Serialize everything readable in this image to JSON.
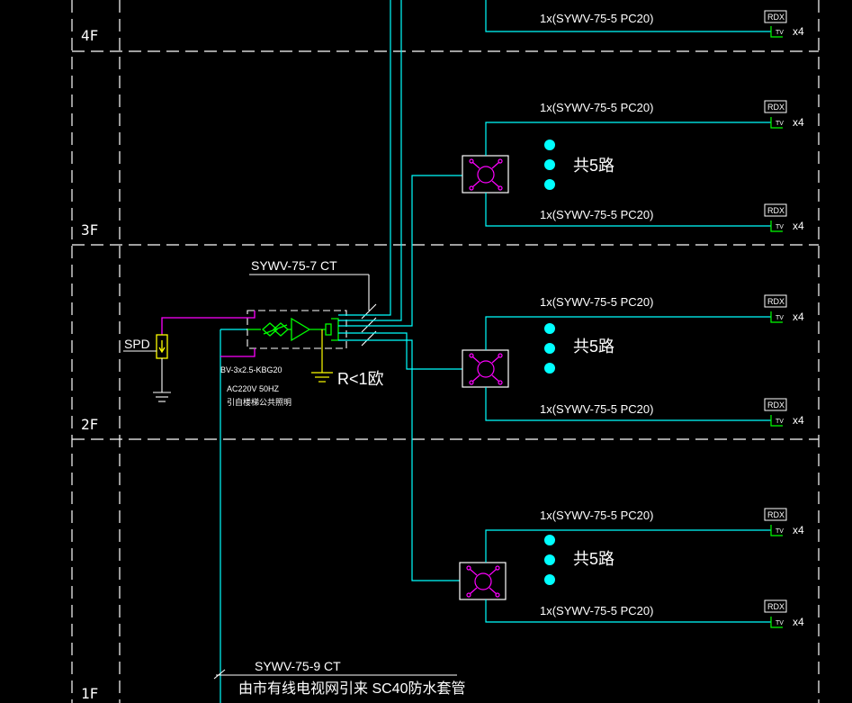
{
  "floors": [
    "4F",
    "3F",
    "2F",
    "1F"
  ],
  "feeder_top": "SYWV-75-7 CT",
  "feeder_bottom": "SYWV-75-9 CT",
  "incoming_label": "由市有线电视网引来 SC40防水套管",
  "spd_label": "SPD",
  "power_label_1": "BV-3x2.5-KBG20",
  "power_label_2": "AC220V 50HZ",
  "power_label_3": "引自楼梯公共照明",
  "ground_label": "R<1欧",
  "branch_cable": "1x(SYWV-75-5 PC20)",
  "outlet_box": "RDX",
  "outlet_tv": "TV",
  "outlet_count": "x4",
  "splitter_paths": "共5路",
  "colors": {
    "background": "#000000",
    "cable": "#00ffff",
    "power": "#ff00ff",
    "amplifier": "#00ff00",
    "spd": "#ffff00",
    "text": "#ffffff"
  }
}
